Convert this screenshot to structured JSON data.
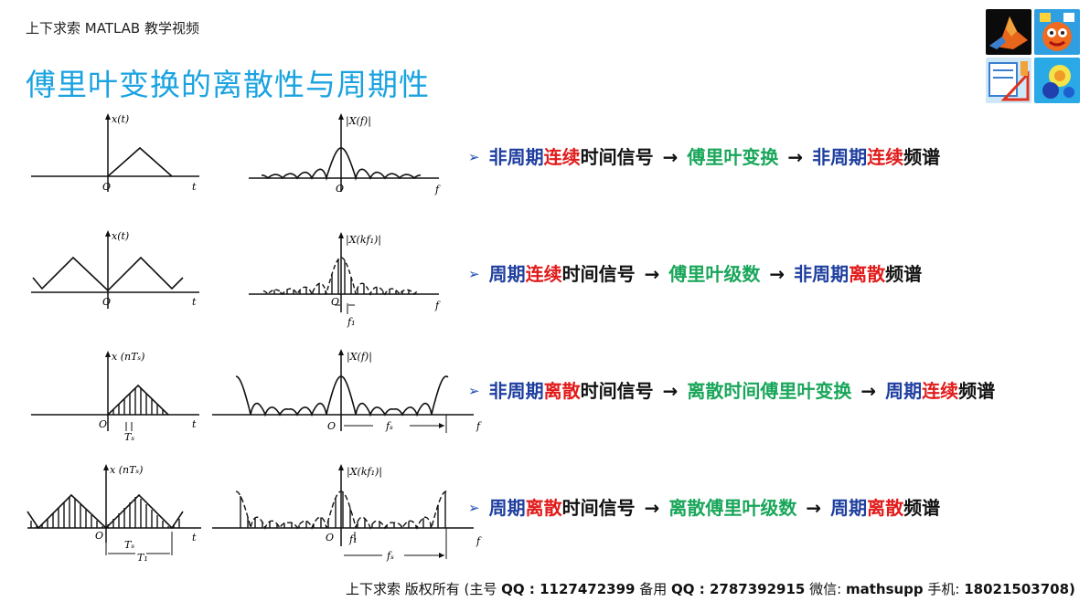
{
  "header": {
    "caption": "上下求索 MATLAB 教学视频"
  },
  "title": "傅里叶变换的离散性与周期性",
  "plots": {
    "p1": {
      "ylabel": "x(t)",
      "origin": "O",
      "axis": "t"
    },
    "p2": {
      "ylabel": "|X(f)|",
      "origin": "O",
      "axis": "f"
    },
    "p3": {
      "ylabel": "x(t)",
      "origin": "O",
      "axis": "t"
    },
    "p4": {
      "ylabel": "|X(kf₁)|",
      "origin": "O",
      "axis": "f",
      "marker": "f₁"
    },
    "p5": {
      "ylabel": "x (nTₛ)",
      "origin": "O",
      "axis": "t",
      "marker": "Tₛ"
    },
    "p6": {
      "ylabel": "|X(f)|",
      "origin": "O",
      "axis": "f",
      "marker": "fₛ"
    },
    "p7": {
      "ylabel": "x (nTₛ)",
      "origin": "O",
      "axis": "t",
      "marker1": "Tₛ",
      "marker2": "T₁"
    },
    "p8": {
      "ylabel": "|X(kf₁)|",
      "origin": "O",
      "axis": "f",
      "marker1": "f₁",
      "marker2": "fₛ"
    }
  },
  "rules": [
    {
      "bullet": "➢",
      "arrow": "→",
      "parts1": [
        {
          "t": "非周期",
          "c": "blue"
        },
        {
          "t": "连续",
          "c": "red"
        },
        {
          "t": "时间信号",
          "c": "black"
        }
      ],
      "transform": "傅里叶变换",
      "parts2": [
        {
          "t": "非周期",
          "c": "blue"
        },
        {
          "t": "连续",
          "c": "red"
        },
        {
          "t": "频谱",
          "c": "black"
        }
      ]
    },
    {
      "bullet": "➢",
      "arrow": "→",
      "parts1": [
        {
          "t": "周期",
          "c": "blue"
        },
        {
          "t": "连续",
          "c": "red"
        },
        {
          "t": "时间信号",
          "c": "black"
        }
      ],
      "transform": "傅里叶级数",
      "parts2": [
        {
          "t": "非周期",
          "c": "blue"
        },
        {
          "t": "离散",
          "c": "red"
        },
        {
          "t": "频谱",
          "c": "black"
        }
      ]
    },
    {
      "bullet": "➢",
      "arrow": "→",
      "parts1": [
        {
          "t": "非周期",
          "c": "blue"
        },
        {
          "t": "离散",
          "c": "red"
        },
        {
          "t": "时间信号",
          "c": "black"
        }
      ],
      "transform": "离散时间傅里叶变换",
      "parts2": [
        {
          "t": "周期",
          "c": "blue"
        },
        {
          "t": "连续",
          "c": "red"
        },
        {
          "t": "频谱",
          "c": "black"
        }
      ]
    },
    {
      "bullet": "➢",
      "arrow": "→",
      "parts1": [
        {
          "t": "周期",
          "c": "blue"
        },
        {
          "t": "离散",
          "c": "red"
        },
        {
          "t": "时间信号",
          "c": "black"
        }
      ],
      "transform": "离散傅里叶级数",
      "parts2": [
        {
          "t": "周期",
          "c": "blue"
        },
        {
          "t": "离散",
          "c": "red"
        },
        {
          "t": "频谱",
          "c": "black"
        }
      ]
    }
  ],
  "footer": {
    "prefix": "上下求索  版权所有  (主号 ",
    "qq_label": "QQ : 1127472399",
    "backup_label": "   备用 ",
    "backup_qq": "QQ : 2787392915",
    "wechat_label": "   微信: ",
    "wechat": "mathsupp",
    "phone_label": "   手机: ",
    "phone": "18021503708)"
  }
}
